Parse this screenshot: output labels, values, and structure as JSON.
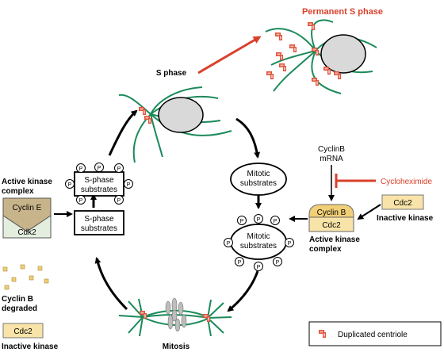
{
  "permanent_s_phase": "Permanent S phase",
  "s_phase": "S phase",
  "mitosis": "Mitosis",
  "s_phase_substrates": [
    "S-phase",
    "substrates"
  ],
  "mitotic_substrates": [
    "Mitotic",
    "substrates"
  ],
  "phospho": "P",
  "cyclin_e": "Cyclin E",
  "cdk2": "Cdk2",
  "active_kinase_complex": [
    "Active kinase",
    "complex"
  ],
  "cyclin_b_mrna": [
    "CyclinB",
    "mRNA"
  ],
  "cycloheximide": "Cycloheximide",
  "cdc2": "Cdc2",
  "cyclin_b": "Cyclin B",
  "inactive_kinase": "Inactive kinase",
  "cyclin_b_degraded": [
    "Cyclin B",
    "degraded"
  ],
  "duplicated_centriole": "Duplicated centriole",
  "colors": {
    "microtubule": "#1b8a5a",
    "inhibitor": "#d9412b",
    "centriole": "#e0533a",
    "centriole_core": "#c9a15e",
    "nucleus": "#d9d9d9",
    "cyclin_e": "#c8b48a",
    "cdk2": "#e4eedf",
    "kinase_yellow": "#f8e4a8",
    "cyclin_b_box": "#f1cf76"
  }
}
